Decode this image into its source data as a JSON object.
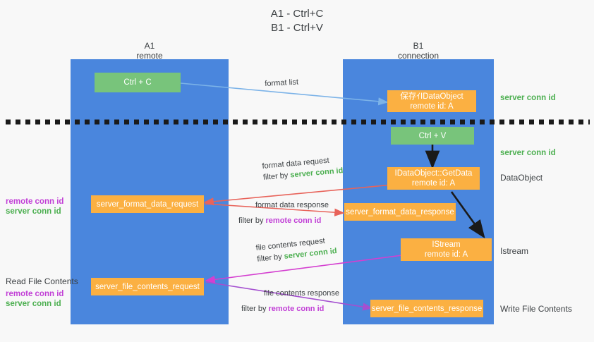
{
  "title": {
    "line1": "A1 - Ctrl+C",
    "line2": "B1 - Ctrl+V"
  },
  "columns": [
    {
      "name": "A1",
      "sub": "remote"
    },
    {
      "name": "B1",
      "sub": "connection"
    }
  ],
  "boxes": {
    "ctrl_c": {
      "label": "Ctrl + C"
    },
    "ctrl_v": {
      "label": "Ctrl + V"
    },
    "idataobject_save": {
      "line1": "保存ｲIDataObject",
      "line2": "remote id: A"
    },
    "idataobject_getdata": {
      "line1": "IDataObject::GetData",
      "line2": "remote id: A"
    },
    "istream": {
      "line1": "IStream",
      "line2": "remote id: A"
    },
    "server_format_data_request": {
      "label": "server_format_data_request"
    },
    "server_format_data_response": {
      "label": "server_format_data_response"
    },
    "server_file_contents_request": {
      "label": "server_file_contents_request"
    },
    "server_file_contents_response": {
      "label": "server_file_contents_response"
    }
  },
  "arrow_labels": {
    "format_list": "format list",
    "format_data_request": "format data request",
    "format_data_request_filter_prefix": "filter by ",
    "format_data_request_filter_value": "server conn id",
    "format_data_response": "format data response",
    "format_data_response_filter_prefix": "filter by ",
    "format_data_response_filter_value": "remote conn id",
    "file_contents_request": "file contents request",
    "file_contents_request_filter_prefix": "filter by ",
    "file_contents_request_filter_value": "server conn id",
    "file_contents_response": "file contents response",
    "file_contents_response_filter_prefix": "filter by ",
    "file_contents_response_filter_value": "remote conn id"
  },
  "side_labels": {
    "right_server_conn_id_top": "server conn id",
    "right_server_conn_id_mid": "server conn id",
    "right_dataobject": "DataObject",
    "right_istream": "Istream",
    "right_write_file_contents": "Write File Contents",
    "left_remote_conn_id_1": "remote conn id",
    "left_server_conn_id_1": "server conn id",
    "left_read_file_contents": "Read File Contents",
    "left_remote_conn_id_2": "remote conn id",
    "left_server_conn_id_2": "server conn id"
  },
  "colors": {
    "lane": "#4a86dd",
    "green_box": "#78c47b",
    "orange_box": "#fbb042",
    "green_text": "#4caf50",
    "purple_text": "#c13fd6",
    "arrow_blue": "#7cb3e8",
    "arrow_red": "#e8635a",
    "arrow_magenta": "#d43fd0",
    "arrow_purple": "#a44fd0",
    "arrow_black": "#1a1a1a",
    "background": "#f8f8f8"
  }
}
